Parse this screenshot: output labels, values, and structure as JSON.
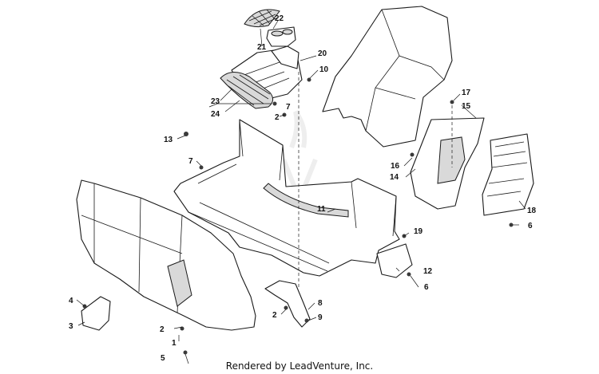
{
  "diagram": {
    "callouts": [
      {
        "id": "c1",
        "label": "1"
      },
      {
        "id": "c2a",
        "label": "2"
      },
      {
        "id": "c2b",
        "label": "2"
      },
      {
        "id": "c2c",
        "label": "2"
      },
      {
        "id": "c3",
        "label": "3"
      },
      {
        "id": "c4",
        "label": "4"
      },
      {
        "id": "c5",
        "label": "5"
      },
      {
        "id": "c6a",
        "label": "6"
      },
      {
        "id": "c6b",
        "label": "6"
      },
      {
        "id": "c7a",
        "label": "7"
      },
      {
        "id": "c7b",
        "label": "7"
      },
      {
        "id": "c8",
        "label": "8"
      },
      {
        "id": "c9",
        "label": "9"
      },
      {
        "id": "c10",
        "label": "10"
      },
      {
        "id": "c11",
        "label": "11"
      },
      {
        "id": "c12",
        "label": "12"
      },
      {
        "id": "c13",
        "label": "13"
      },
      {
        "id": "c14",
        "label": "14"
      },
      {
        "id": "c15",
        "label": "15"
      },
      {
        "id": "c16",
        "label": "16"
      },
      {
        "id": "c17",
        "label": "17"
      },
      {
        "id": "c18",
        "label": "18"
      },
      {
        "id": "c19",
        "label": "19"
      },
      {
        "id": "c20",
        "label": "20"
      },
      {
        "id": "c21",
        "label": "21"
      },
      {
        "id": "c22",
        "label": "22"
      },
      {
        "id": "c23",
        "label": "23"
      },
      {
        "id": "c24",
        "label": "24"
      }
    ]
  },
  "footer": {
    "caption": "Rendered by LeadVenture, Inc."
  },
  "colors": {
    "line": "#1a1a1a",
    "background": "#ffffff",
    "watermark": "#eeeeee"
  }
}
